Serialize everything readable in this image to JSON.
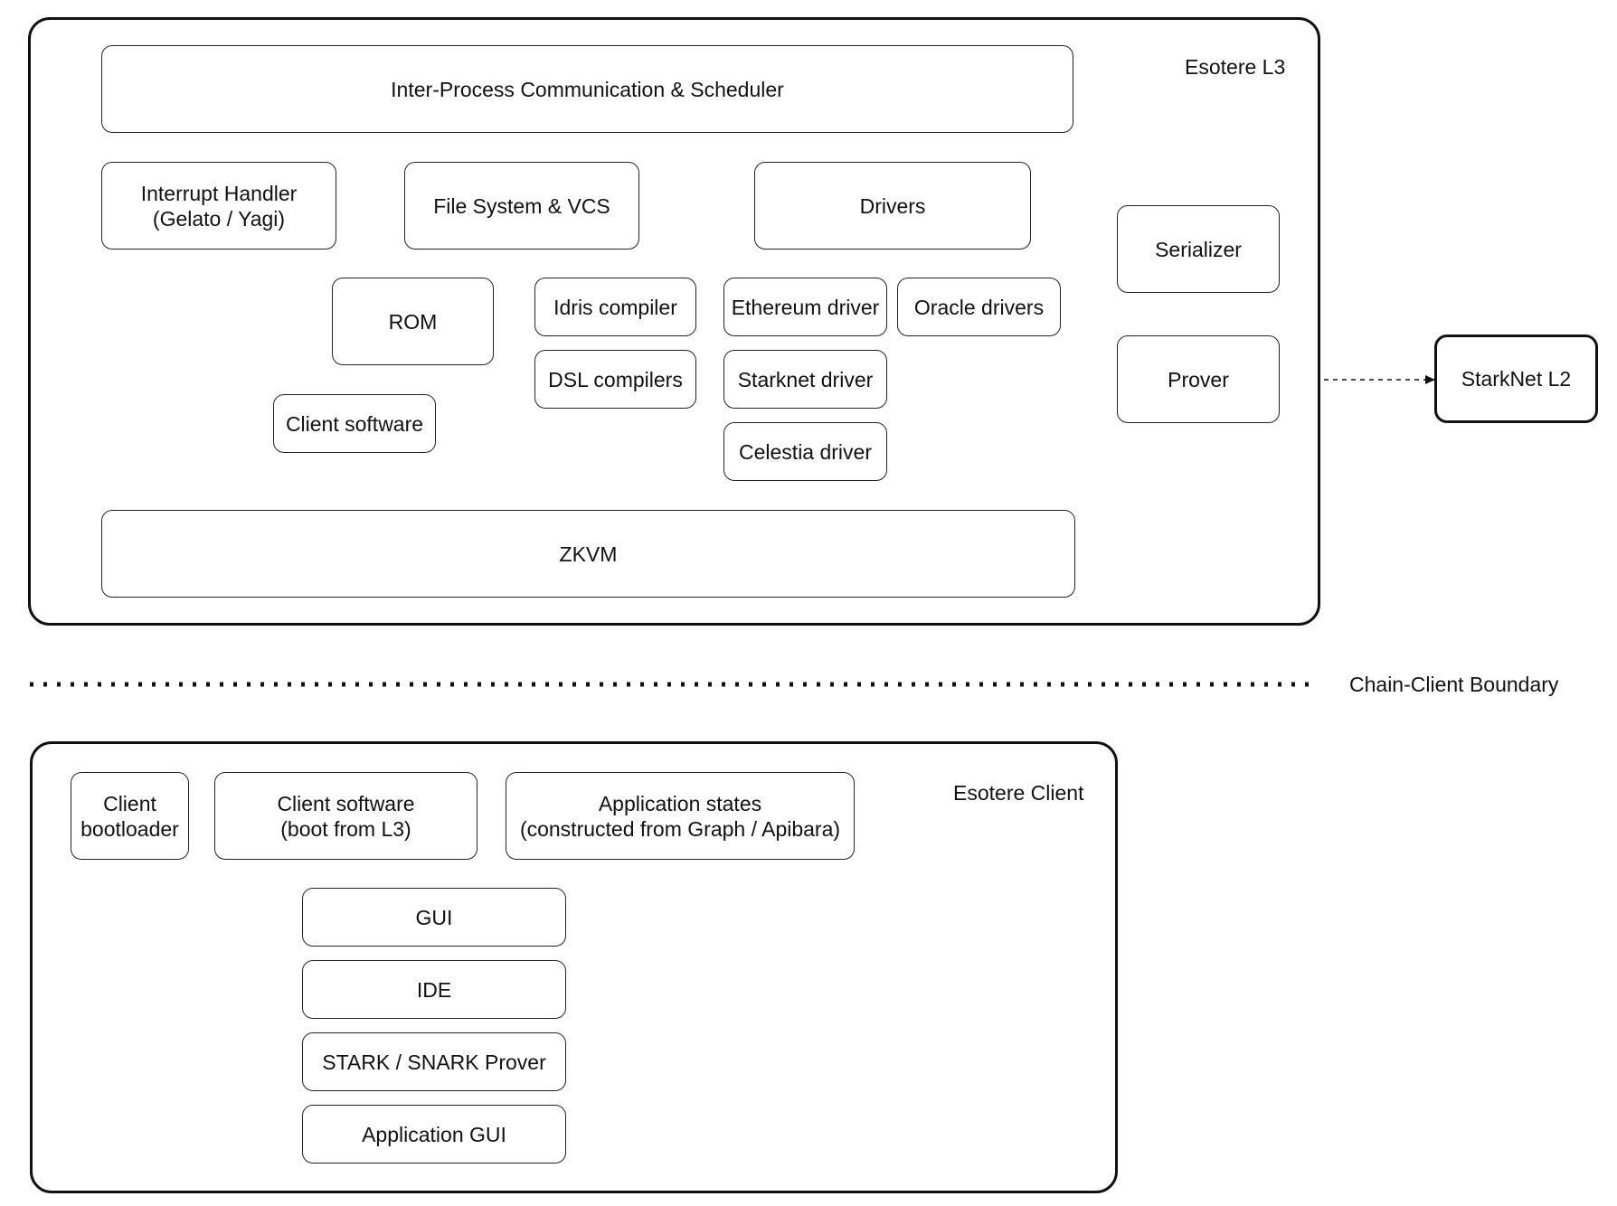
{
  "containers": {
    "l3": {
      "title": "Esotere L3"
    },
    "client": {
      "title": "Esotere Client"
    }
  },
  "boundary": {
    "label": "Chain-Client Boundary"
  },
  "nodes": {
    "ipc": "Inter-Process Communication & Scheduler",
    "interrupt": "Interrupt Handler\n(Gelato / Yagi)",
    "fs": "File System & VCS",
    "drivers": "Drivers",
    "rom": "ROM",
    "idris": "Idris compiler",
    "dsl": "DSL compilers",
    "ethereum": "Ethereum driver",
    "oracle": "Oracle drivers",
    "starknet_driver": "Starknet driver",
    "celestia": "Celestia driver",
    "client_software_l3": "Client software",
    "zkvm": "ZKVM",
    "serializer": "Serializer",
    "prover": "Prover",
    "starknet_l2": "StarkNet L2",
    "bootloader": "Client\nbootloader",
    "client_software": "Client software\n(boot from L3)",
    "app_states": "Application states\n(constructed from Graph / Apibara)",
    "gui": "GUI",
    "ide": "IDE",
    "stark_prover": "STARK / SNARK Prover",
    "app_gui": "Application GUI"
  }
}
